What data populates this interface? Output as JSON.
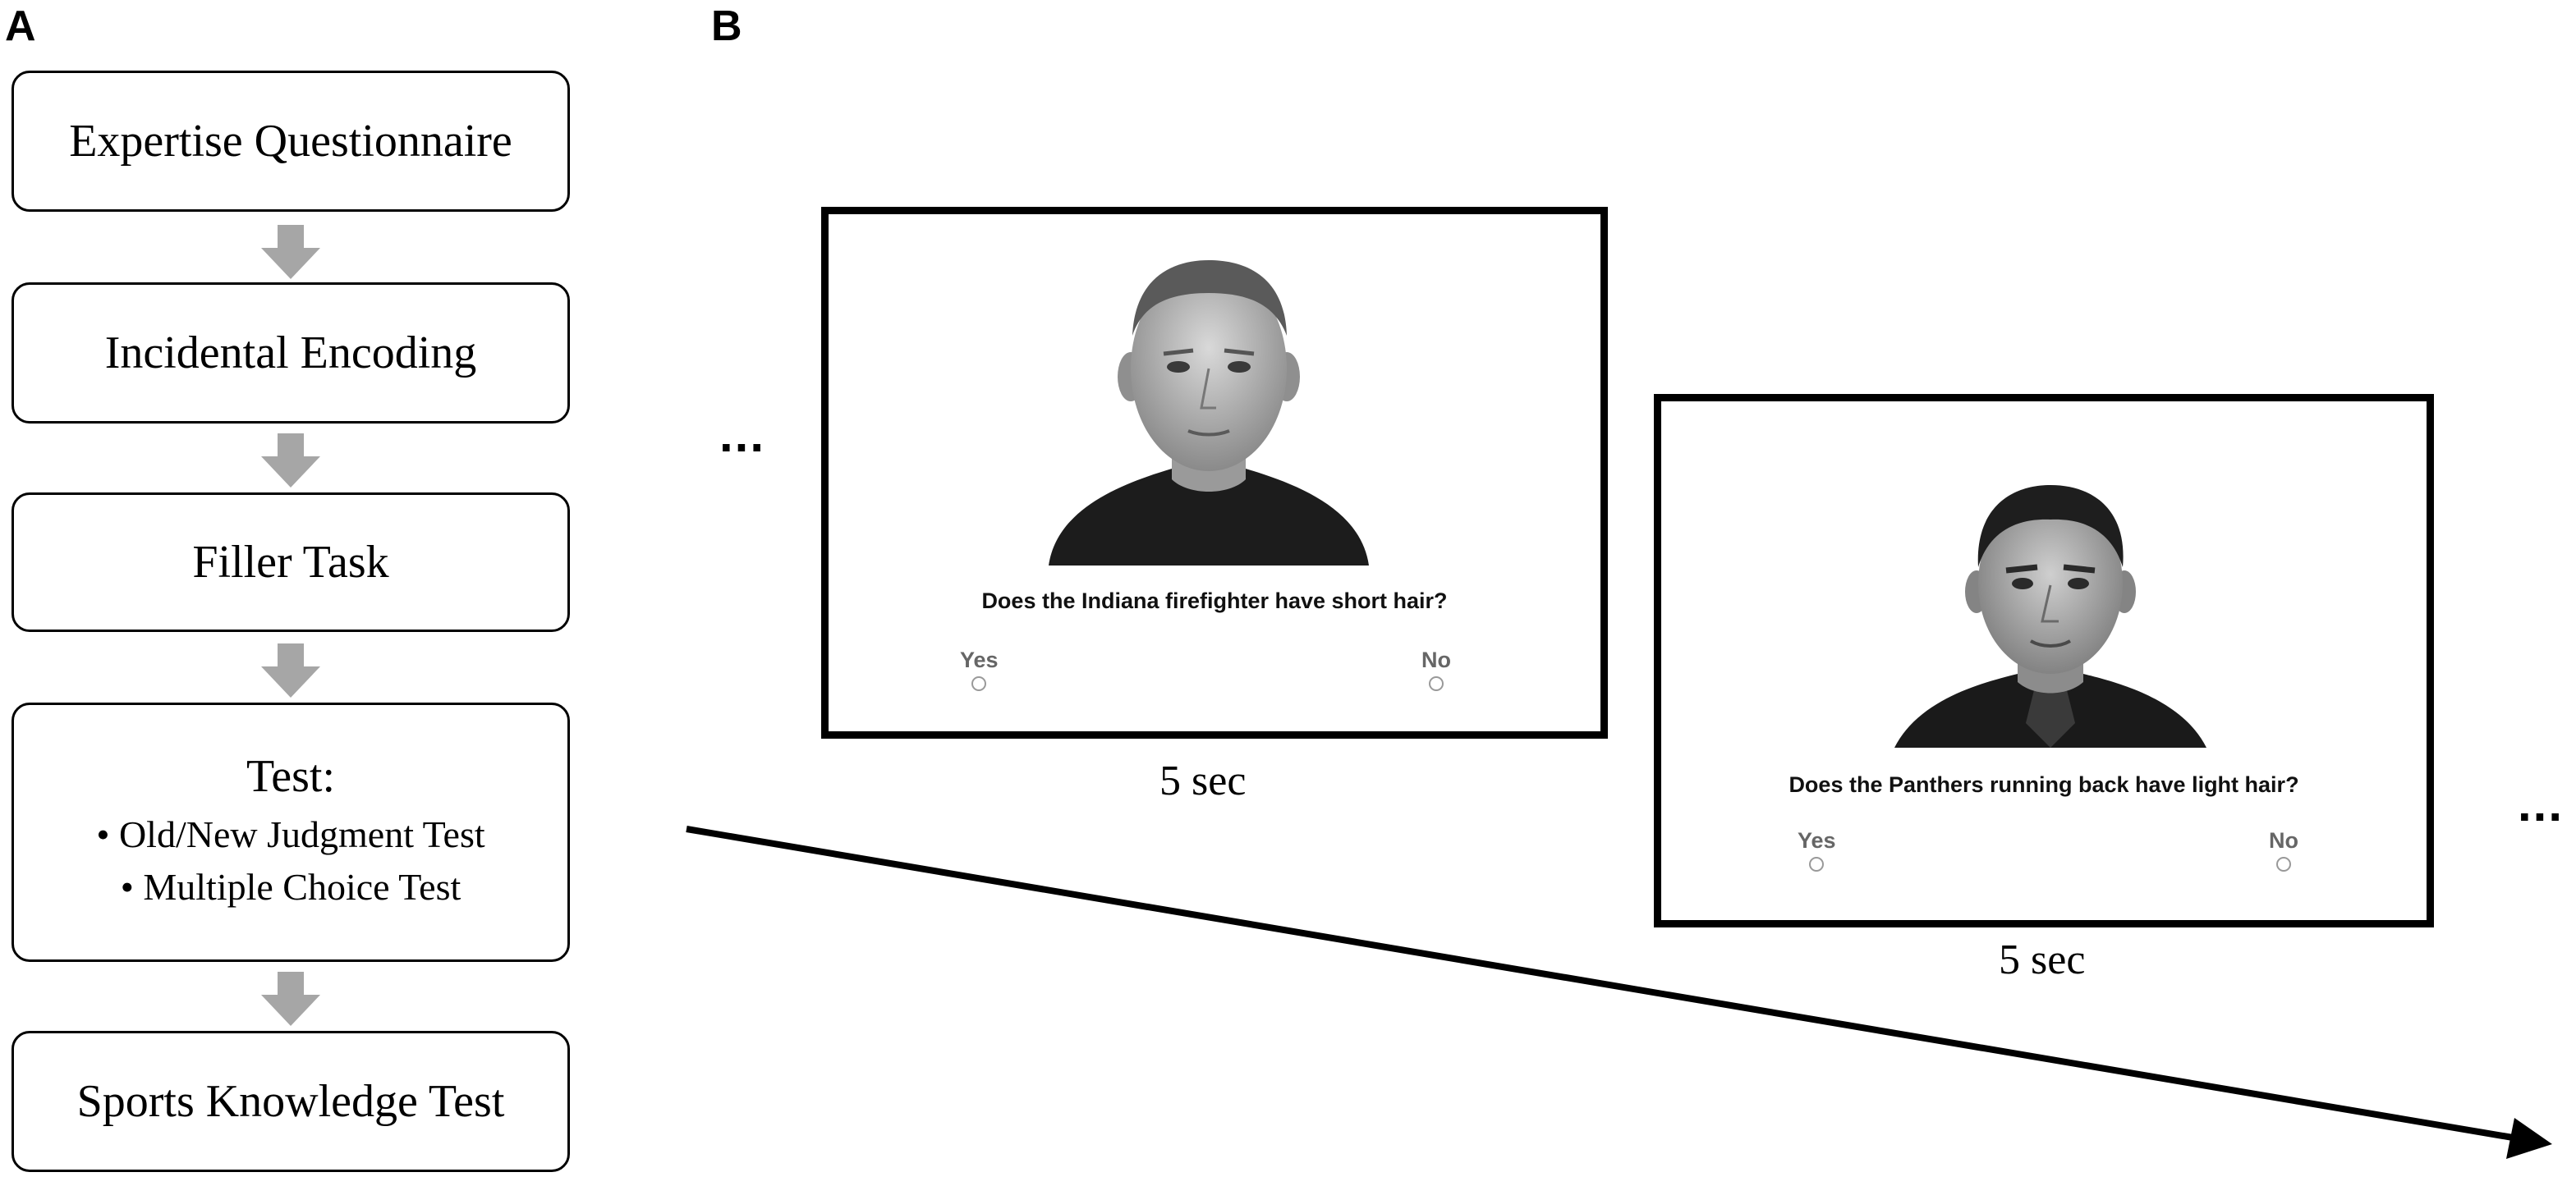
{
  "panels": {
    "a_label": "A",
    "b_label": "B"
  },
  "flowchart": {
    "steps": [
      {
        "label": "Expertise Questionnaire"
      },
      {
        "label": "Incidental Encoding"
      },
      {
        "label": "Filler Task"
      },
      {
        "label": "Test:",
        "bullets": [
          "• Old/New Judgment Test",
          "• Multiple Choice Test"
        ]
      },
      {
        "label": "Sports Knowledge Test"
      }
    ]
  },
  "trial_sequence": {
    "ellipsis_start": "...",
    "ellipsis_end": "...",
    "trials": [
      {
        "question": "Does the Indiana firefighter have short hair?",
        "option_yes": "Yes",
        "option_no": "No",
        "duration": "5 sec"
      },
      {
        "question": "Does the Panthers running back have light hair?",
        "option_yes": "Yes",
        "option_no": "No",
        "duration": "5 sec"
      }
    ]
  },
  "colors": {
    "flow_arrow": "#a6a6a6",
    "border": "#000000",
    "option_text": "#666666"
  }
}
